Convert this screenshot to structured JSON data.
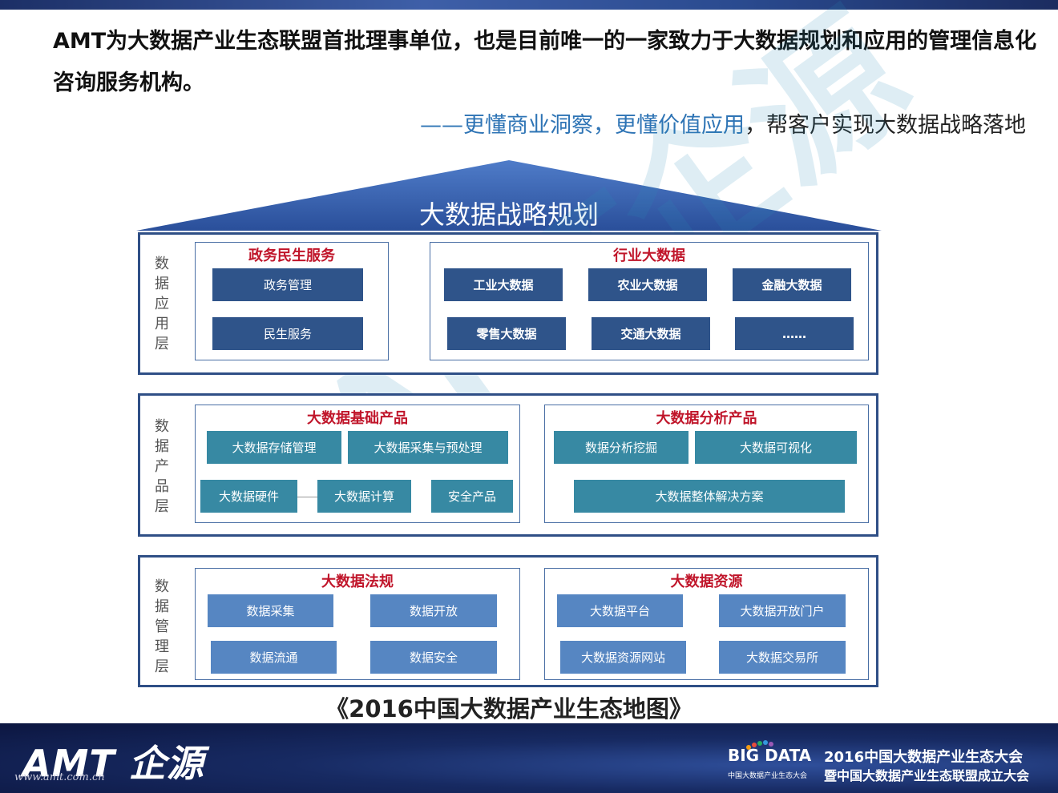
{
  "header": {
    "headline": "AMT为大数据产业生态联盟首批理事单位，也是目前唯一的一家致力于大数据规划和应用的管理信息化咨询服务机构。",
    "slogan_prefix": "——更懂商业洞察，更懂价值应用",
    "slogan_suffix": "，帮客户实现大数据战略落地"
  },
  "roof": {
    "title": "大数据战略规划"
  },
  "layers": {
    "application": {
      "label": "数据应用层",
      "gov": {
        "title": "政务民生服务",
        "items": [
          "政务管理",
          "民生服务"
        ]
      },
      "industry": {
        "title": "行业大数据",
        "items": [
          "工业大数据",
          "农业大数据",
          "金融大数据",
          "零售大数据",
          "交通大数据",
          "……"
        ]
      }
    },
    "product": {
      "label": "数据产品层",
      "basic": {
        "title": "大数据基础产品",
        "items": [
          "大数据存储管理",
          "大数据采集与预处理",
          "大数据硬件",
          "大数据计算",
          "安全产品"
        ]
      },
      "analysis": {
        "title": "大数据分析产品",
        "items": [
          "数据分析挖掘",
          "大数据可视化",
          "大数据整体解决方案"
        ]
      }
    },
    "management": {
      "label": "数据管理层",
      "law": {
        "title": "大数据法规",
        "items": [
          "数据采集",
          "数据开放",
          "数据流通",
          "数据安全"
        ]
      },
      "resource": {
        "title": "大数据资源",
        "items": [
          "大数据平台",
          "大数据开放门户",
          "大数据资源网站",
          "大数据交易所"
        ]
      }
    }
  },
  "watermark": "AMT企源",
  "map_title": "《2016中国大数据产业生态地图》",
  "footer": {
    "logo": "AMT 企源",
    "site": "www.amt.com.cn",
    "bigdata": "BIG DATA",
    "bigdata_sub": "中国大数据产业生态大会",
    "event_line1": "2016中国大数据产业生态大会",
    "event_line2": "暨中国大数据产业生态联盟成立大会"
  },
  "colors": {
    "frame": "#2f4f86",
    "title_red": "#c0152a",
    "box_dark": "#2f548a",
    "box_teal": "#3789a3",
    "box_steel": "#5686c2",
    "slogan_blue": "#2e74b5"
  }
}
